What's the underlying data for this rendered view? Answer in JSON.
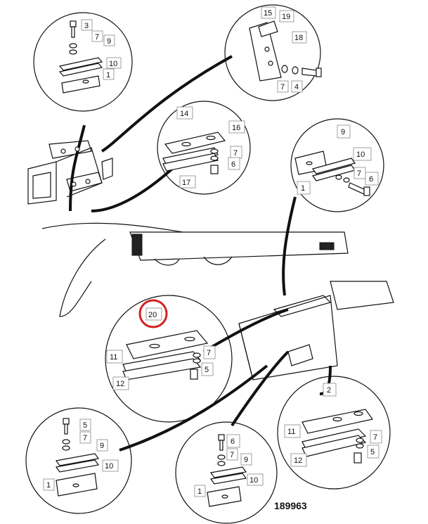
{
  "diagram_ref": "189963",
  "highlight_label": "20",
  "callouts": {
    "c1": [
      "3",
      "7",
      "9",
      "10",
      "1"
    ],
    "c2": [
      "15",
      "19",
      "18",
      "7",
      "4"
    ],
    "c3": [
      "14",
      "16",
      "7",
      "6",
      "17"
    ],
    "c4": [
      "9",
      "10",
      "7",
      "6",
      "1"
    ],
    "c5": [
      "11",
      "7",
      "5",
      "12"
    ],
    "c6": [
      "2",
      "11",
      "7",
      "5",
      "12"
    ],
    "c7": [
      "5",
      "7",
      "9",
      "10",
      "1"
    ],
    "c8": [
      "6",
      "7",
      "9",
      "10",
      "1"
    ]
  },
  "colors": {
    "highlight": "#d62020",
    "ink": "#111111"
  }
}
